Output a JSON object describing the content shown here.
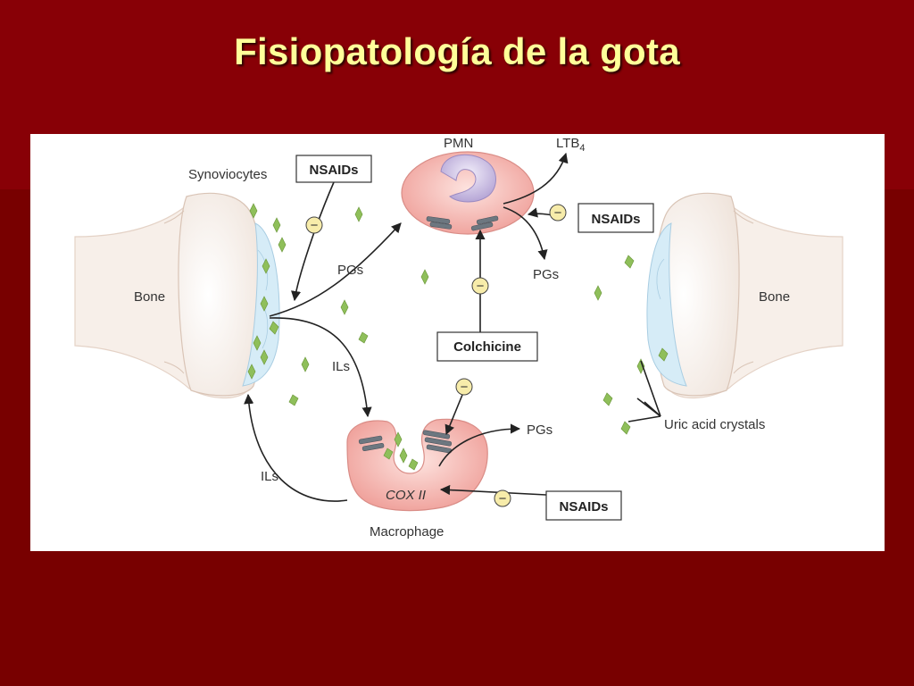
{
  "slide": {
    "title": "Fisiopatología de la gota"
  },
  "diagram": {
    "labels": {
      "synoviocytes": "Synoviocytes",
      "bone_left": "Bone",
      "bone_right": "Bone",
      "pmn": "PMN",
      "ltb": "LTB",
      "ltb_sub": "4",
      "pgs_top_left": "PGs",
      "pgs_top_right": "PGs",
      "pgs_macrophage": "PGs",
      "ils_upper": "ILs",
      "ils_lower": "ILs",
      "cox": "COX II",
      "macrophage": "Macrophage",
      "uric_acid_crystals": "Uric acid crystals"
    },
    "drug_boxes": {
      "nsaids_top": "NSAIDs",
      "nsaids_pmn": "NSAIDs",
      "nsaids_macrophage": "NSAIDs",
      "colchicine": "Colchicine"
    },
    "inhibitor_symbol": "−",
    "colors": {
      "background": "#7a0000",
      "title": "#ffff99",
      "crystal": "#8fbf5a",
      "cell_fill": "#f2b4b0",
      "bone_fill": "#f6efea",
      "synovium_fill": "#d6ecf7",
      "inhibitor_fill": "#f7ecaa"
    }
  }
}
